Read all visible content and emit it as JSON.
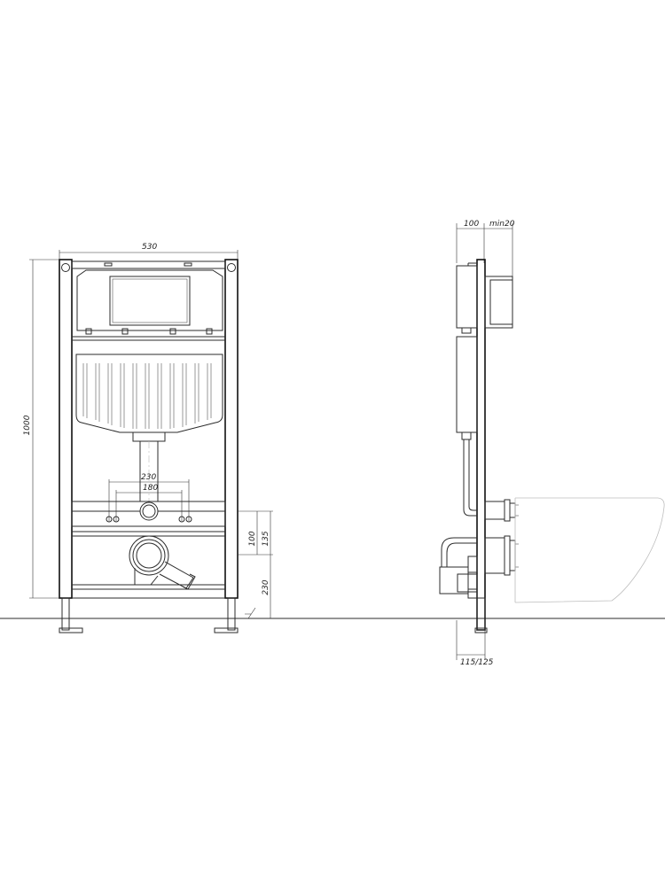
{
  "dimensions": {
    "frame_width": "530",
    "total_height": "1000",
    "bolt_spacing_outer": "230",
    "bolt_spacing_inner": "180",
    "inlet_height_a": "100",
    "inlet_height_b": "135",
    "bottom_offset": "230",
    "depth": "100",
    "clearance": "min20",
    "wall_depth": "115/125"
  }
}
